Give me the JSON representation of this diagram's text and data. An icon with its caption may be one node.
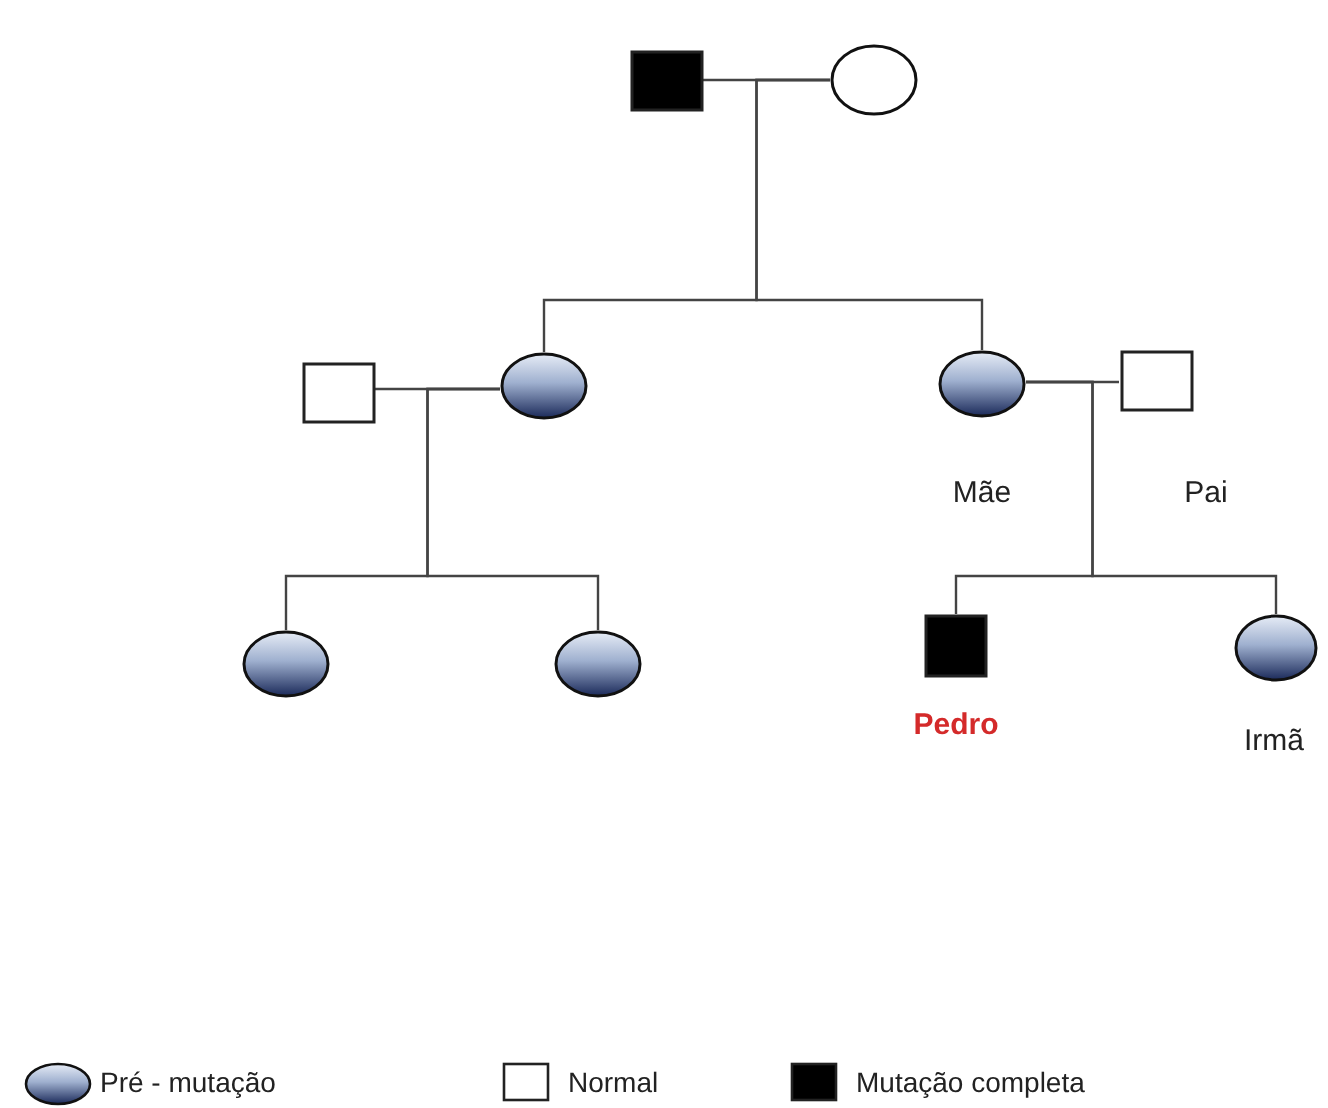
{
  "diagram": {
    "nodes": [
      {
        "text": [],
        "shape": "box"
      },
      {
        "text": [],
        "shape": "circle"
      },
      {
        "text": [],
        "shape": "box"
      },
      {
        "text": [],
        "shape": "circle"
      },
      {
        "text": [],
        "shape": "circle",
        "beside": [
          "Mãe"
        ]
      },
      {
        "text": [],
        "shape": "box",
        "beside": [
          "Pai"
        ]
      },
      {
        "text": [],
        "shape": "circle"
      },
      {
        "text": [],
        "shape": "circle"
      },
      {
        "text": [],
        "shape": "box",
        "beside": [
          "Pedro"
        ]
      },
      {
        "text": [],
        "shape": "circle",
        "beside": [
          "Irmã"
        ]
      }
    ],
    "edges": [
      {
        "from": 0,
        "to": 1,
        "arrow": "none"
      },
      {
        "from": 1,
        "to": 3,
        "arrow": "none"
      },
      {
        "from": 1,
        "to": 4,
        "arrow": "none"
      },
      {
        "from": 2,
        "to": 3,
        "arrow": "none"
      },
      {
        "from": 3,
        "to": 6,
        "arrow": "none"
      },
      {
        "from": 3,
        "to": 7,
        "arrow": "none"
      },
      {
        "from": 4,
        "to": 5,
        "arrow": "none"
      },
      {
        "from": 4,
        "to": 8,
        "arrow": "none"
      },
      {
        "from": 4,
        "to": 9,
        "arrow": "none"
      }
    ],
    "legend": [
      {
        "text": "Pré - mutação"
      },
      {
        "text": "Normal"
      },
      {
        "text": "Mutação completa"
      }
    ]
  }
}
